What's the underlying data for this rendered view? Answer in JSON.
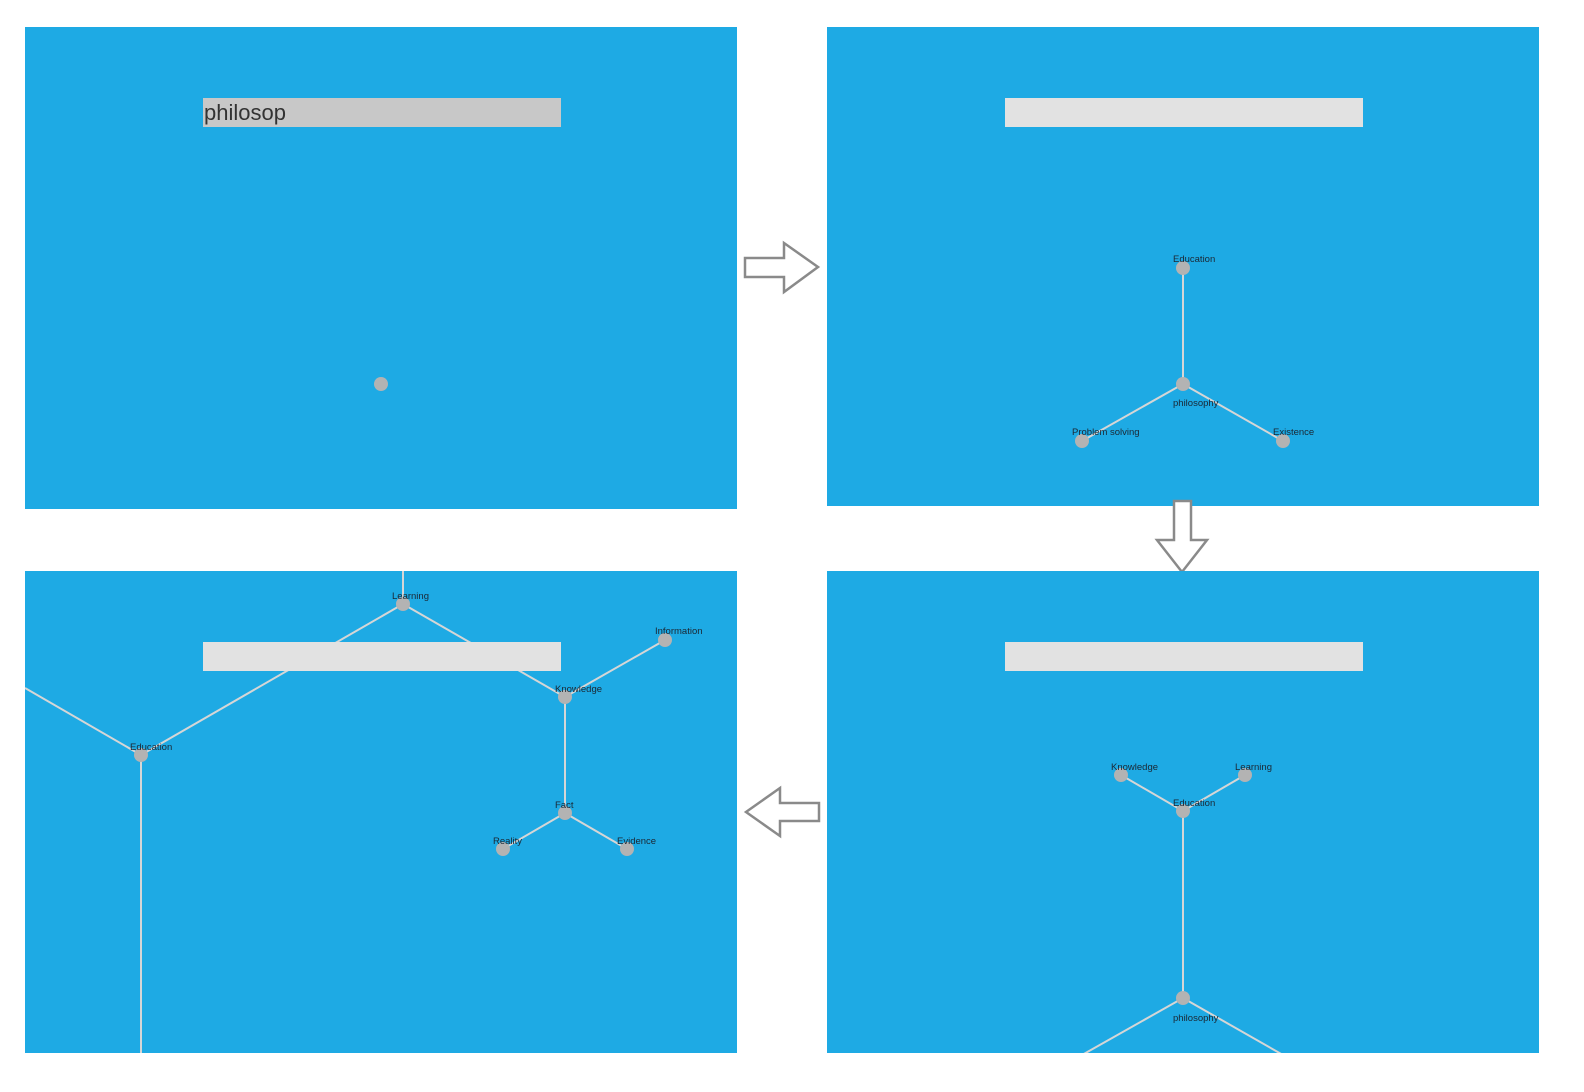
{
  "colors": {
    "panel": "#1eaae4",
    "node": "#b3b3b3",
    "edge": "#d6d6d6",
    "arrow": "#8a8a8a"
  },
  "panel1": {
    "search": {
      "value": "philosop"
    }
  },
  "panel2": {
    "search": {
      "value": ""
    },
    "labels": {
      "education": "Education",
      "philosophy": "philosophy",
      "problem_solving": "Problem solving",
      "existence": "Existence"
    }
  },
  "panel3": {
    "search": {
      "value": ""
    },
    "labels": {
      "knowledge": "Knowledge",
      "learning": "Learning",
      "education": "Education",
      "philosophy": "philosophy"
    }
  },
  "panel4": {
    "search": {
      "value": ""
    },
    "labels": {
      "learning": "Learning",
      "information": "Information",
      "knowledge": "Knowledge",
      "education": "Education",
      "fact": "Fact",
      "reality": "Reality",
      "evidence": "Evidence"
    }
  },
  "arrows": [
    "right-arrow-icon",
    "down-arrow-icon",
    "left-arrow-icon"
  ]
}
